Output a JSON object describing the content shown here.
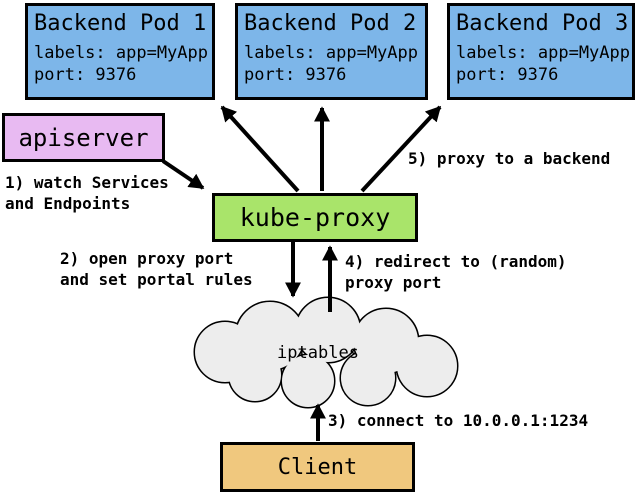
{
  "pods": [
    {
      "title": "Backend Pod 1",
      "labels_line": "labels: app=MyApp",
      "port_line": "port: 9376"
    },
    {
      "title": "Backend Pod 2",
      "labels_line": "labels: app=MyApp",
      "port_line": "port: 9376"
    },
    {
      "title": "Backend Pod 3",
      "labels_line": "labels: app=MyApp",
      "port_line": "port: 9376"
    }
  ],
  "nodes": {
    "apiserver": "apiserver",
    "kube_proxy": "kube-proxy",
    "iptables": "iptables",
    "client": "Client"
  },
  "annotations": {
    "step1": "1) watch Services\nand Endpoints",
    "step2": "2) open proxy port\nand set portal rules",
    "step3": "3) connect to 10.0.0.1:1234",
    "step4": "4) redirect to (random)\nproxy port",
    "step5": "5) proxy to a backend"
  },
  "colors": {
    "pod_fill": "#7DB6E9",
    "apiserver_fill": "#E8BAF2",
    "kube_proxy_fill": "#A9E46A",
    "client_fill": "#F0C87E",
    "cloud_fill": "#EDEDED",
    "outline": "#000000"
  }
}
